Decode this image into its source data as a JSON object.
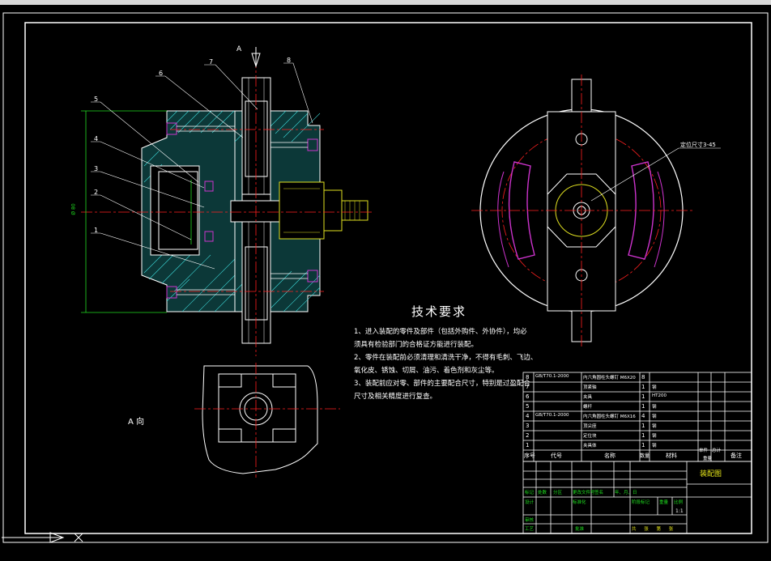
{
  "drawing": {
    "section_mark": "A",
    "view_label": "A 向",
    "callouts": [
      "1",
      "2",
      "3",
      "4",
      "5",
      "6",
      "7",
      "8"
    ],
    "dimension_note": "定位尺寸3-45",
    "dimension_left": "Ø 80",
    "colors": {
      "background": "#000000",
      "outline": "#ffffff",
      "centerline": "#ff2020",
      "hatch": "#3dd4d4",
      "dimension": "#22dd22",
      "part": "#e0e020",
      "slot": "#cc33cc"
    }
  },
  "tech_requirements": {
    "title": "技术要求",
    "lines": [
      "1、进入装配的零件及部件（包括外购件、外协件），均必",
      "须具有检验部门的合格证方能进行装配。",
      "2、零件在装配前必须清理和清洗干净，不得有毛刺、飞边、",
      "氧化皮、锈蚀、切屑、油污、着色剂和灰尘等。",
      "3、装配前应对零、部件的主要配合尺寸，特别是过盈配合",
      "尺寸及相关精度进行复查。"
    ]
  },
  "bom": {
    "header": {
      "seq": "序号",
      "code": "代号",
      "name": "名称",
      "qty": "数量",
      "material": "材料",
      "unit": "单件",
      "total": "总计",
      "weight": "重量",
      "remark": "备注"
    },
    "rows": [
      {
        "seq": "8",
        "code": "GB/T70.1-2000",
        "name": "内六角圆柱头螺钉 M6X20",
        "qty": "8",
        "material": ""
      },
      {
        "seq": "7",
        "code": "",
        "name": "顶紧轴",
        "qty": "1",
        "material": "钢"
      },
      {
        "seq": "6",
        "code": "",
        "name": "夹具",
        "qty": "1",
        "material": "HT200"
      },
      {
        "seq": "5",
        "code": "",
        "name": "螺杆",
        "qty": "1",
        "material": "钢"
      },
      {
        "seq": "4",
        "code": "GB/T70.1-2000",
        "name": "内六角圆柱头螺钉 M6X16",
        "qty": "4",
        "material": "钢"
      },
      {
        "seq": "3",
        "code": "",
        "name": "顶尖座",
        "qty": "1",
        "material": "钢"
      },
      {
        "seq": "2",
        "code": "",
        "name": "定位块",
        "qty": "1",
        "material": "钢"
      },
      {
        "seq": "1",
        "code": "",
        "name": "夹具体",
        "qty": "1",
        "material": "钢"
      }
    ]
  },
  "title_block": {
    "drawing_name": "装配图",
    "scale": "1:1",
    "row_labels": [
      "标记",
      "处数",
      "分区",
      "更改文件号",
      "签名",
      "年、月、日"
    ],
    "design": "设计",
    "standard": "标准化",
    "check": "审核",
    "process": "工艺",
    "approve": "批准",
    "stage": "阶段标记",
    "weight": "重量",
    "ratio": "比例",
    "sheets": "共 张 第 张"
  }
}
